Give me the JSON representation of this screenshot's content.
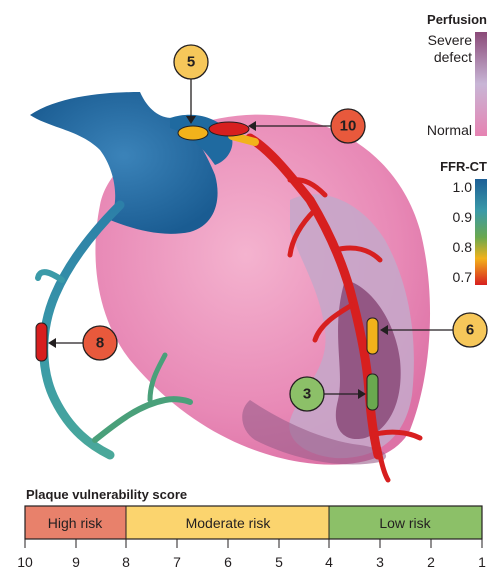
{
  "perfusion_legend": {
    "title": "Perfusion",
    "top_label_line1": "Severe",
    "top_label_line2": "defect",
    "bottom_label": "Normal",
    "colors": [
      "#8a4a78",
      "#c8b6d6",
      "#e683b2"
    ]
  },
  "ffr_legend": {
    "title": "FFR-CT",
    "ticks": [
      "1.0",
      "0.9",
      "0.8",
      "0.7"
    ],
    "colors": [
      "#1d5f96",
      "#3a9aa8",
      "#6aa84f",
      "#f2b21b",
      "#d71f1f"
    ]
  },
  "markers": [
    {
      "number": "5",
      "color": "#f6c75a"
    },
    {
      "number": "10",
      "color": "#e8593c"
    },
    {
      "number": "8",
      "color": "#e8593c"
    },
    {
      "number": "6",
      "color": "#f6c75a"
    },
    {
      "number": "3",
      "color": "#8cc068"
    }
  ],
  "score_bar": {
    "title": "Plaque vulnerability score",
    "segments": [
      {
        "label": "High risk",
        "color": "#e8816b"
      },
      {
        "label": "Moderate risk",
        "color": "#fbd46e"
      },
      {
        "label": "Low risk",
        "color": "#8cc068"
      }
    ],
    "ticks": [
      "10",
      "9",
      "8",
      "7",
      "6",
      "5",
      "4",
      "3",
      "2",
      "1"
    ]
  }
}
